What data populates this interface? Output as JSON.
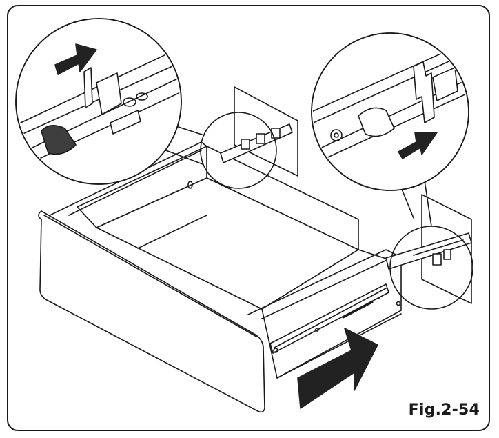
{
  "figure": {
    "label": "Fig.2-54"
  },
  "colors": {
    "line": "#1a1a1a",
    "shade": "#4a4a4a",
    "arrow": "#222222",
    "fill": "#ffffff"
  },
  "parts": {
    "drawer": "drawer",
    "front_panel": "drawer-front-panel",
    "slide_rail": "telescopic-slide-rail",
    "cabinet_side": "cabinet-side-panel"
  },
  "callouts": [
    {
      "name": "left-detail",
      "action": "push-release-lever-up"
    },
    {
      "name": "right-detail",
      "action": "push-release-lever-forward"
    }
  ]
}
